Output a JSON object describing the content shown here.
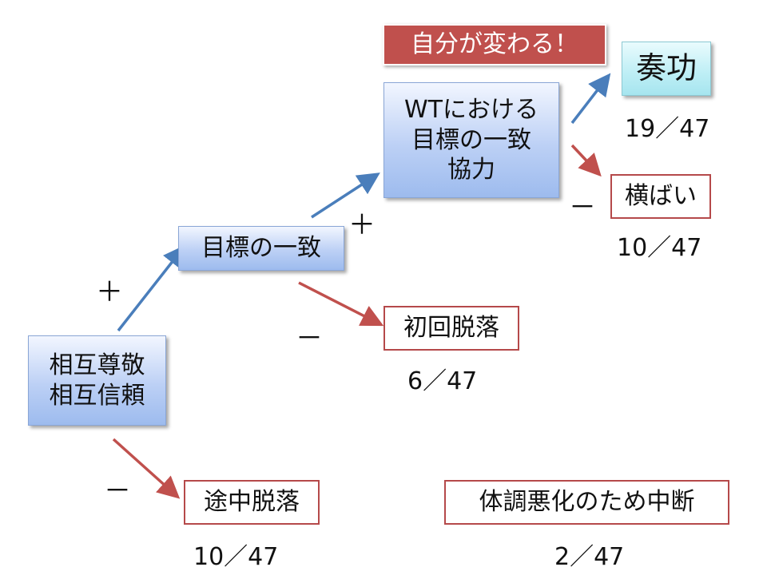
{
  "nodes": {
    "mutual": [
      "相互尊敬",
      "相互信頼"
    ],
    "goal": "目標の一致",
    "wt": [
      "WTにおける",
      "目標の一致",
      "協力"
    ],
    "success": "奏功",
    "flat": "横ばい",
    "initial_dropout": "初回脱落",
    "mid_dropout": "途中脱落",
    "health_stop": "体調悪化のため中断"
  },
  "banner": "自分が変わる！",
  "counts": {
    "success": "19／47",
    "flat": "10／47",
    "initial_dropout": "6／47",
    "mid_dropout": "10／47",
    "health_stop": "2／47"
  },
  "signs": {
    "plus": "＋",
    "minus": "－"
  },
  "colors": {
    "positive_arrow": "#4a7ebb",
    "negative_arrow": "#c0504d",
    "banner": "#c0504d"
  }
}
